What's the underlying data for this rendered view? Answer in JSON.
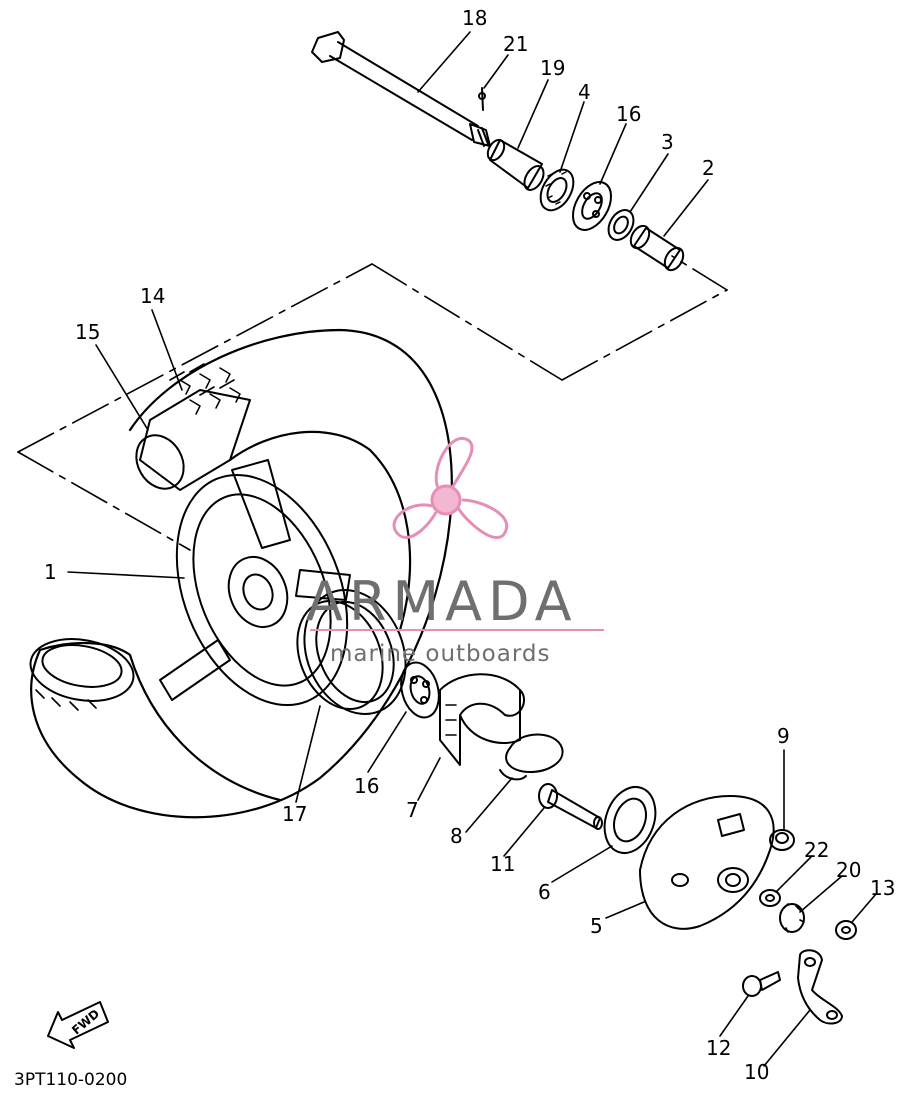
{
  "diagram_code": "3PT110-0200",
  "watermark": {
    "brand": "ARMADA",
    "subtitle": "marine outboards",
    "text_color": "#6f6f6f",
    "logo_color": "#e58fb8"
  },
  "direction_label": "FWD",
  "callouts": [
    {
      "id": "c18",
      "label": "18"
    },
    {
      "id": "c21",
      "label": "21"
    },
    {
      "id": "c19",
      "label": "19"
    },
    {
      "id": "c4",
      "label": "4"
    },
    {
      "id": "c16a",
      "label": "16"
    },
    {
      "id": "c3",
      "label": "3"
    },
    {
      "id": "c2",
      "label": "2"
    },
    {
      "id": "c14",
      "label": "14"
    },
    {
      "id": "c15",
      "label": "15"
    },
    {
      "id": "c1",
      "label": "1"
    },
    {
      "id": "c17",
      "label": "17"
    },
    {
      "id": "c16b",
      "label": "16"
    },
    {
      "id": "c7",
      "label": "7"
    },
    {
      "id": "c8",
      "label": "8"
    },
    {
      "id": "c11",
      "label": "11"
    },
    {
      "id": "c6",
      "label": "6"
    },
    {
      "id": "c5",
      "label": "5"
    },
    {
      "id": "c9",
      "label": "9"
    },
    {
      "id": "c22",
      "label": "22"
    },
    {
      "id": "c20",
      "label": "20"
    },
    {
      "id": "c13",
      "label": "13"
    },
    {
      "id": "c12",
      "label": "12"
    },
    {
      "id": "c10",
      "label": "10"
    }
  ]
}
